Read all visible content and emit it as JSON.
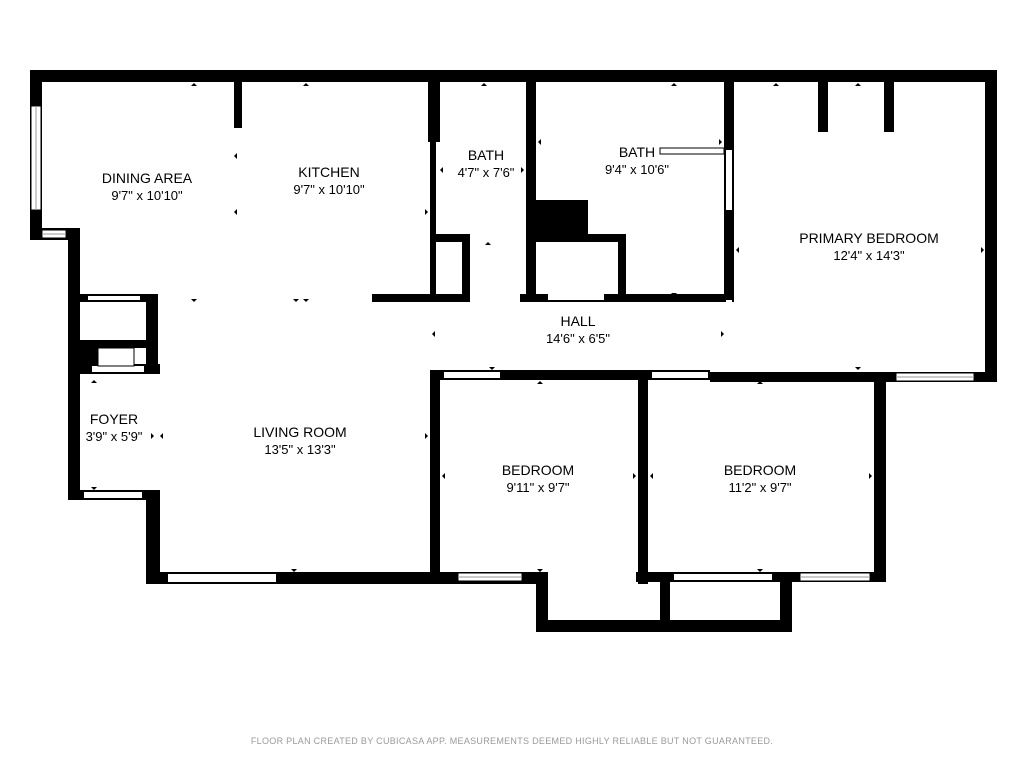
{
  "rooms": {
    "dining": {
      "name": "DINING AREA",
      "dims": "9'7\" x 10'10\""
    },
    "kitchen": {
      "name": "KITCHEN",
      "dims": "9'7\" x 10'10\""
    },
    "bath1": {
      "name": "BATH",
      "dims": "4'7\" x 7'6\""
    },
    "bath2": {
      "name": "BATH",
      "dims": "9'4\" x 10'6\""
    },
    "primary": {
      "name": "PRIMARY BEDROOM",
      "dims": "12'4\" x 14'3\""
    },
    "hall": {
      "name": "HALL",
      "dims": "14'6\" x 6'5\""
    },
    "foyer": {
      "name": "FOYER",
      "dims": "3'9\" x 5'9\""
    },
    "living": {
      "name": "LIVING ROOM",
      "dims": "13'5\" x 13'3\""
    },
    "bedroom1": {
      "name": "BEDROOM",
      "dims": "9'11\" x 9'7\""
    },
    "bedroom2": {
      "name": "BEDROOM",
      "dims": "11'2\" x 9'7\""
    }
  },
  "footer": "FLOOR PLAN CREATED BY CUBICASA APP. MEASUREMENTS DEEMED HIGHLY RELIABLE BUT NOT GUARANTEED."
}
